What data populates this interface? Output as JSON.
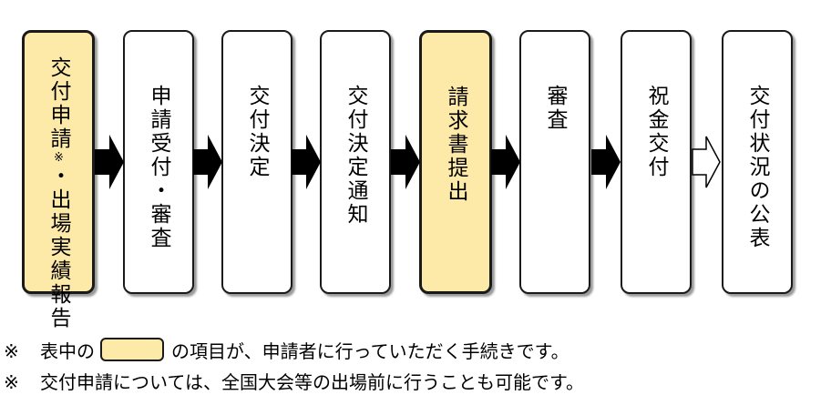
{
  "steps": [
    {
      "label": "交付申請",
      "note_mark": "※",
      "label_rest": "・出場実績報告",
      "highlight": true
    },
    {
      "label": "申請受付・審査",
      "highlight": false
    },
    {
      "label": "交付決定",
      "highlight": false
    },
    {
      "label": "交付決定通知",
      "highlight": false
    },
    {
      "label": "請求書提出",
      "highlight": true
    },
    {
      "label": "審査",
      "highlight": false
    },
    {
      "label": "祝金交付",
      "highlight": false
    },
    {
      "label": "交付状況の公表",
      "highlight": false
    }
  ],
  "notes": {
    "line1_mark": "※",
    "line1_prefix": "表中の",
    "line1_suffix": "の項目が、申請者に行っていただく手続きです。",
    "line2_mark": "※",
    "line2_text": "交付申請については、全国大会等の出場前に行うことも可能です。"
  },
  "colors": {
    "highlight": "#fde9a8",
    "border": "#1a1a1a",
    "arrow_solid": "#000000",
    "arrow_outline": "#000000"
  }
}
